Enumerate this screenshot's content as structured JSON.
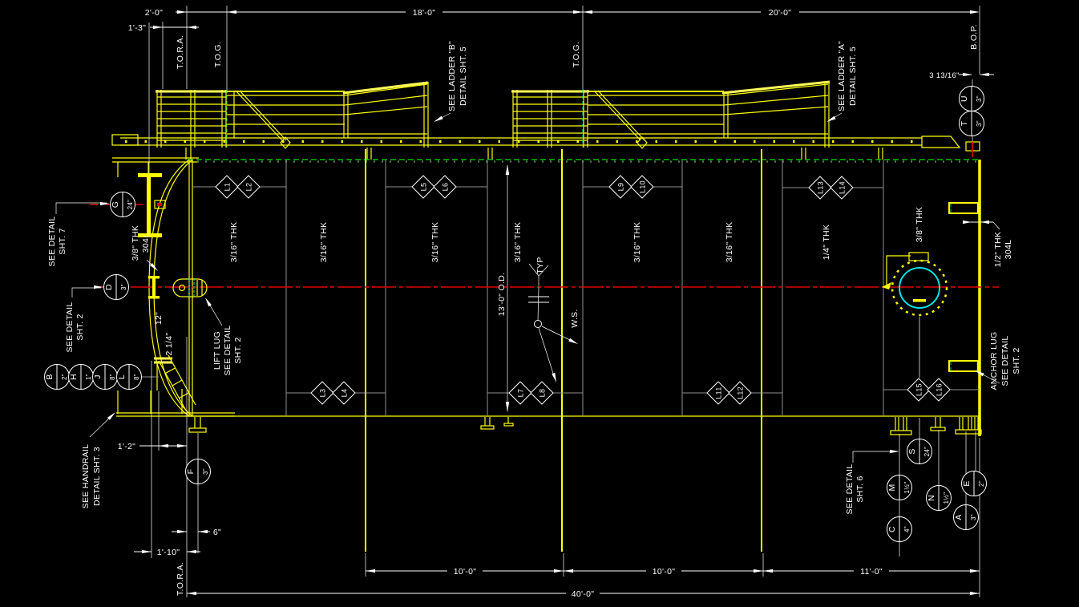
{
  "colors": {
    "background": "#000000",
    "structure_yellow": "#ffff00",
    "annotation_white": "#ffffff",
    "seam_gray": "#909090",
    "insulation_green": "#00e000",
    "centerline_red": "#e00000",
    "manway_cyan": "#00e5e5"
  },
  "refs": {
    "tora_top": "T.O.R.A.",
    "tog_left": "T.O.G.",
    "tog_mid": "T.O.G.",
    "bop": "B.O.P.",
    "tora_bottom": "T.O.R.A."
  },
  "dims": {
    "top_2ft": "2'-0\"",
    "top_1ft3": "1'-3\"",
    "top_18ft": "18'-0\"",
    "top_20ft": "20'-0\"",
    "top_3_13_16": "3 13/16\"",
    "od": "13'-0\" O.D.",
    "noz_12": "12\"",
    "noz_2_14": "2 1/4\"",
    "bot_1ft2": "1'-2\"",
    "bot_6": "6\"",
    "bot_1ft10": "1'-10\"",
    "bay_1": "10'-0\"",
    "bay_2": "10'-0\"",
    "bay_3": "11'-0\"",
    "total": "40'-0\""
  },
  "notes": {
    "ladder_b": [
      "SEE LADDER \"B\"",
      "DETAIL SHT. 5"
    ],
    "ladder_a": [
      "SEE LADDER \"A\"",
      "DETAIL SHT. 5"
    ],
    "detail_7": [
      "SEE DETAIL",
      "SHT. 7"
    ],
    "detail_2": [
      "SEE DETAIL",
      "SHT. 2"
    ],
    "handrail": [
      "SEE HANDRAIL",
      "DETAIL SHT. 3"
    ],
    "lift_lug": [
      "LIFT LUG",
      "SEE DETAIL",
      "SHT. 2"
    ],
    "anchor_lug": [
      "ANCHOR LUG",
      "SEE DETAIL",
      "SHT. 2"
    ],
    "detail_6": [
      "SEE DETAIL",
      "SHT. 6"
    ],
    "typ": "TYP",
    "ws": "W.S."
  },
  "thickness": {
    "courses": [
      "3/16\" THK",
      "3/16\" THK",
      "3/16\" THK",
      "3/16\" THK",
      "3/16\" THK",
      "3/16\" THK",
      "1/4\" THK",
      "3/8\" THK"
    ],
    "head_left": [
      "3/8\" THK",
      "304L"
    ],
    "head_right": [
      "1/2\" THK",
      "304L"
    ]
  },
  "balloons": [
    {
      "letter": "G",
      "size": "24\""
    },
    {
      "letter": "D",
      "size": "3\""
    },
    {
      "letter": "B",
      "size": "2\""
    },
    {
      "letter": "H",
      "size": "1\""
    },
    {
      "letter": "J",
      "size": "8\""
    },
    {
      "letter": "L",
      "size": "8\""
    },
    {
      "letter": "F",
      "size": "3\""
    },
    {
      "letter": "U",
      "size": "3\""
    },
    {
      "letter": "T",
      "size": "3\""
    },
    {
      "letter": "S",
      "size": "24\""
    },
    {
      "letter": "M",
      "size": "1½\""
    },
    {
      "letter": "N",
      "size": "1½\""
    },
    {
      "letter": "C",
      "size": "4\""
    },
    {
      "letter": "E",
      "size": "2\""
    },
    {
      "letter": "A",
      "size": "3\""
    }
  ],
  "lugs": [
    "L1",
    "L2",
    "L3",
    "L4",
    "L5",
    "L6",
    "L7",
    "L8",
    "L9",
    "L10",
    "L11",
    "L12",
    "L13",
    "L14",
    "L15",
    "L16"
  ]
}
